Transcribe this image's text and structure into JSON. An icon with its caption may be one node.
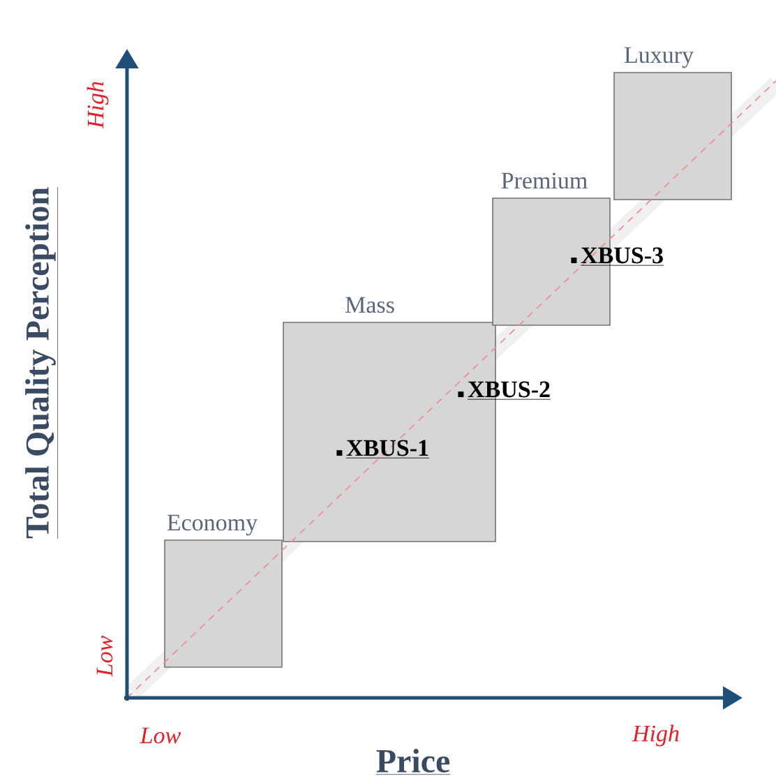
{
  "diagram": {
    "nodes": [
      {
        "text": [
          "Economy"
        ]
      },
      {
        "text": [
          "Mass"
        ]
      },
      {
        "text": [
          "Premium"
        ]
      },
      {
        "text": [
          "Luxury"
        ]
      }
    ],
    "labels": [
      "High",
      "Total Quality Perception",
      "XBUS-3",
      "XBUS-2",
      "XBUS-1",
      "Low",
      "Low",
      "High",
      "Price"
    ]
  }
}
